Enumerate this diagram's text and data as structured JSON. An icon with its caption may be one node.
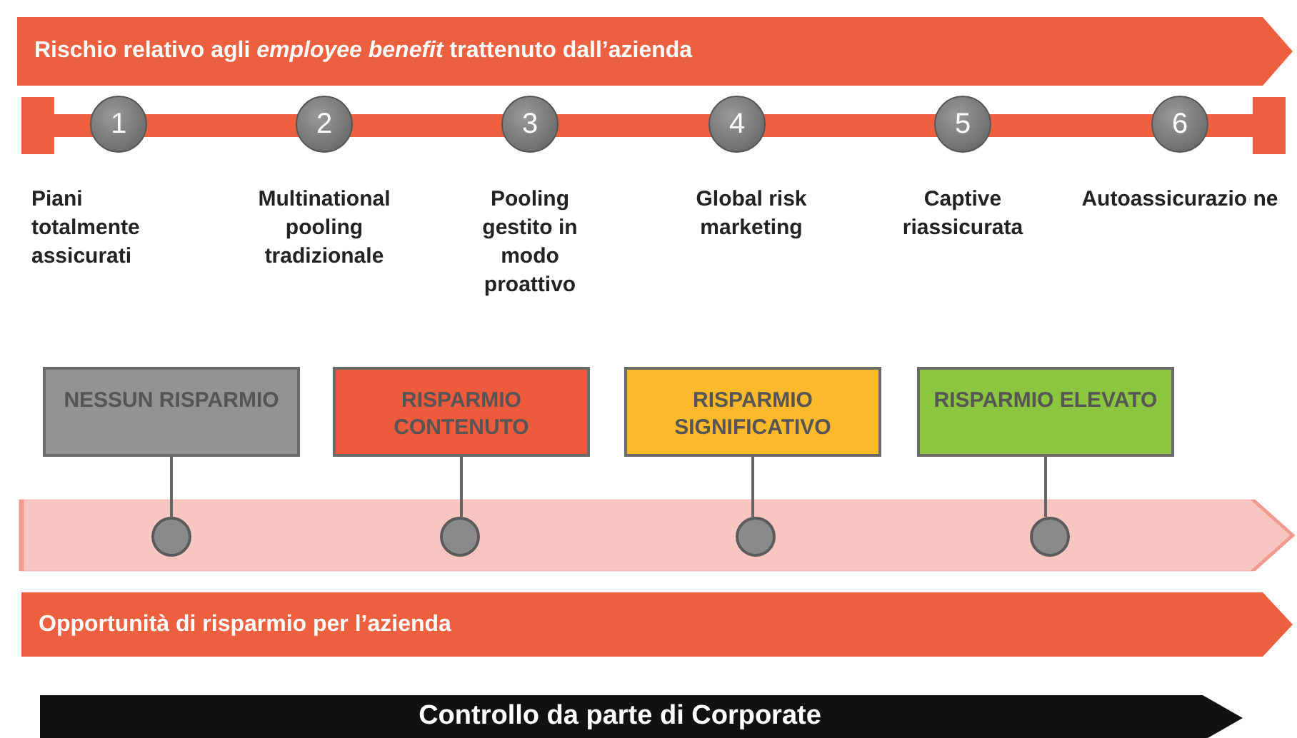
{
  "diagram": {
    "nodes": [
      {
        "text": [
          "Rischio relativo agli *employee benefit* trattenuto dall’azienda"
        ]
      },
      {
        "text": [],
        "shape": "bar"
      },
      {
        "text": [
          "1"
        ],
        "in": 1,
        "beside": [
          "Piani totalmente assicurati"
        ]
      },
      {
        "text": [
          "2"
        ],
        "in": 1,
        "beside": [
          "Multinational pooling tradizionale"
        ]
      },
      {
        "text": [
          "3"
        ],
        "in": 1,
        "beside": [
          "Pooling gestito in modo proattivo"
        ]
      },
      {
        "text": [
          "4"
        ],
        "in": 1,
        "beside": [
          "Global risk marketing"
        ]
      },
      {
        "text": [
          "5"
        ],
        "in": 1,
        "beside": [
          "Captive riassicurata"
        ]
      },
      {
        "text": [
          "6"
        ],
        "in": 1,
        "beside": [
          "Autoassicurazio ne"
        ]
      },
      {
        "text": [
          "NESSUN RISPARMIO"
        ]
      },
      {
        "text": [
          "RISPARMIO CONTENUTO"
        ]
      },
      {
        "text": [
          "RISPARMIO SIGNIFICATIVO"
        ]
      },
      {
        "text": [
          "RISPARMIO ELEVATO"
        ]
      },
      {
        "text": [],
        "shape": "bar"
      },
      {
        "text": [],
        "shape": "circle",
        "in": 12
      },
      {
        "text": [],
        "shape": "circle",
        "in": 12
      },
      {
        "text": [],
        "shape": "circle",
        "in": 12
      },
      {
        "text": [],
        "shape": "circle",
        "in": 12
      },
      {
        "text": [
          "Opportunità di risparmio per l’azienda"
        ]
      },
      {
        "text": [
          "Controllo da parte di Corporate"
        ]
      }
    ],
    "edges": [
      {
        "from": 8,
        "to": 13,
        "arrow": "none"
      },
      {
        "from": 9,
        "to": 14,
        "arrow": "none"
      },
      {
        "from": 10,
        "to": 15,
        "arrow": "none"
      },
      {
        "from": 11,
        "to": 16,
        "arrow": "none"
      }
    ]
  }
}
